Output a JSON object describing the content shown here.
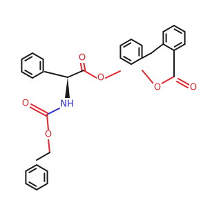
{
  "structure": {
    "atoms": [
      {
        "id": "o_ester_carbonyl",
        "symbol": "O",
        "color": "#e8222a"
      },
      {
        "id": "o_ester_link",
        "symbol": "O",
        "color": "#e8222a"
      },
      {
        "id": "o_lactone_ring",
        "symbol": "O",
        "color": "#e8222a"
      },
      {
        "id": "o_lactone_carbonyl",
        "symbol": "O",
        "color": "#e8222a"
      },
      {
        "id": "n_amide",
        "symbol": "NH",
        "color": "#2b2bd6"
      },
      {
        "id": "o_carbamate_carbonyl",
        "symbol": "O",
        "color": "#e8222a"
      },
      {
        "id": "o_carbamate_link",
        "symbol": "O",
        "color": "#e8222a"
      }
    ],
    "stereo": "wedge-to-amine",
    "bond_color": "#1a1a1a"
  }
}
